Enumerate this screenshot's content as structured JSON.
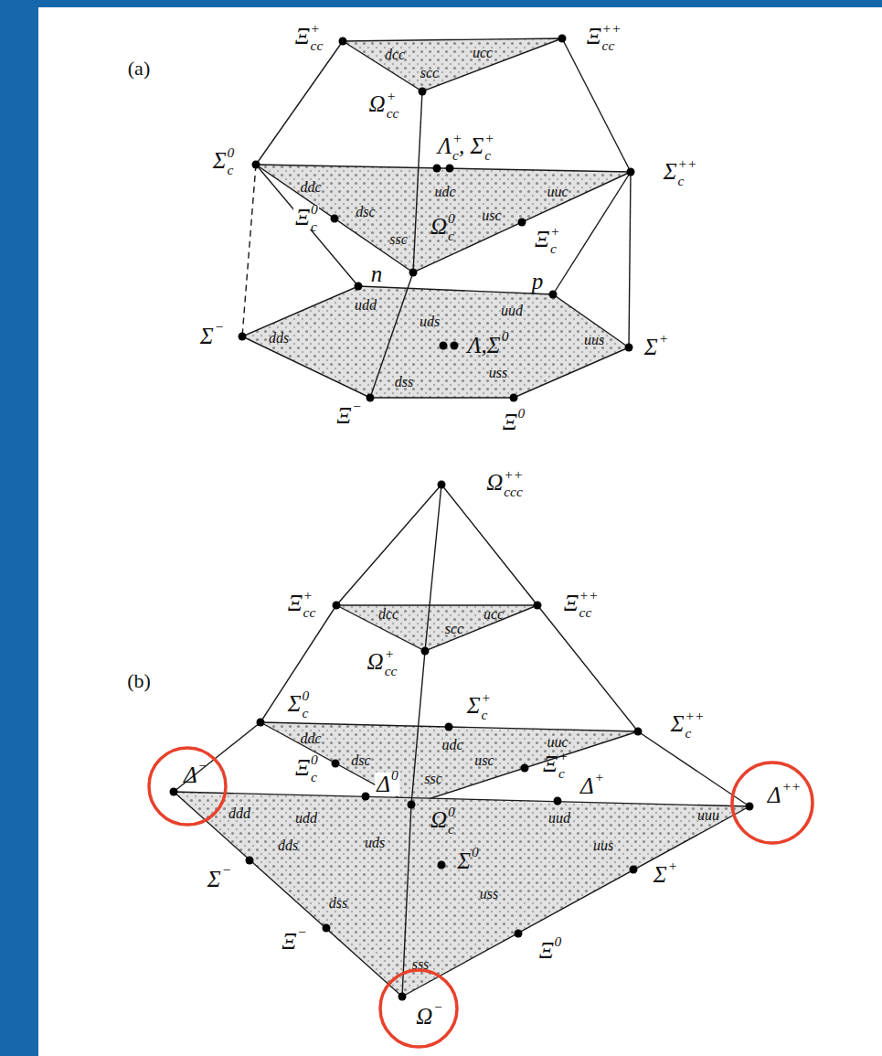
{
  "diagram": {
    "nodes": [
      {
        "text": [
          "Δ−"
        ]
      },
      {
        "text": [
          "Δ++"
        ]
      },
      {
        "text": [
          "Ω−"
        ]
      }
    ],
    "labels": [
      "(a)",
      "Ξcc+",
      "dcc",
      "ucc",
      "Ξcc++",
      "scc",
      "Ωcc+",
      "Λc+, Σc+",
      "Σc0",
      "ddc",
      "udc",
      "uuc",
      "Σc++",
      "Ξc0",
      "dsc",
      "Ωc0",
      "usc",
      "Ξc+",
      "ssc",
      "n",
      "udd",
      "uud",
      "p",
      "Σ−",
      "dds",
      "uds",
      "Λ,Σ0",
      "uus",
      "Σ+",
      "uss",
      "dss",
      "Ξ−",
      "Ξ0",
      "Ωccc++",
      "(b)",
      "Ξcc+",
      "dcc",
      "ucc",
      "Ξcc++",
      "scc",
      "Ωcc+",
      "Σc0",
      "Σc+",
      "Σc++",
      "ddc",
      "udc",
      "uuc",
      "dsc",
      "usc",
      "Ξc0",
      "Ξc+",
      "ssc",
      "Δ0",
      "Δ+",
      "Ωc0",
      "ddd",
      "udd",
      "uud",
      "uuu",
      "dds",
      "uds",
      "uus",
      "Σ0",
      "Σ−",
      "Σ+",
      "uss",
      "dss",
      "Ξ−",
      "Ξ0",
      "sss"
    ]
  }
}
